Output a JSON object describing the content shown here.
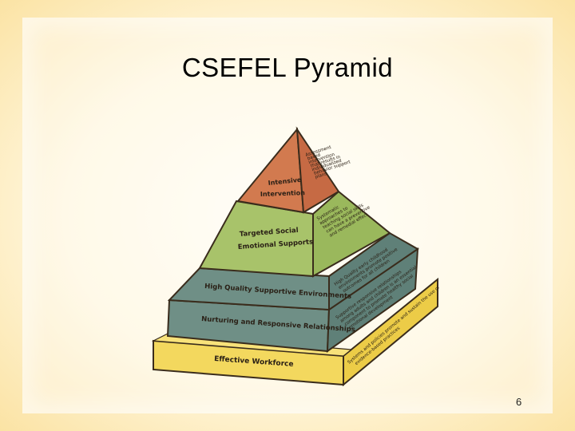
{
  "slide": {
    "title": "CSEFEL Pyramid",
    "page_number": "6"
  },
  "pyramid": {
    "tiers": [
      {
        "id": "intensive",
        "label_line1": "Intensive",
        "label_line2": "Intervention",
        "side_lines": [
          "Assessment",
          "based",
          "intervention",
          "that results in",
          "individualized",
          "behavior support",
          "plans"
        ],
        "front_color": "#d27a4f",
        "side_color": "#c66a44"
      },
      {
        "id": "targeted",
        "label_line1": "Targeted Social",
        "label_line2": "Emotional Supports",
        "side_lines": [
          "Systematic",
          "approaches to",
          "teaching social skills",
          "can have a preventive",
          "and remedial effect"
        ],
        "front_color": "#a8c36a",
        "side_color": "#9ab85c"
      },
      {
        "id": "environments",
        "label_line1": "High Quality Supportive Environments",
        "side_lines": [
          "High Quality early childhood",
          "environments promote positive",
          "outcomes for all children"
        ],
        "front_color": "#6f8f86",
        "side_color": "#5f8078"
      },
      {
        "id": "relationships",
        "label_line1": "Nurturing and Responsive Relationships",
        "side_lines": [
          "Supportive responsive relationships",
          "among adults and children is an essential",
          "component to promote healthy social",
          "emotional development"
        ],
        "front_color": "#6f8f86",
        "side_color": "#5f8078"
      },
      {
        "id": "workforce",
        "label_line1": "Effective Workforce",
        "side_lines": [
          "Systems and policies promote and sustain the use of",
          "evidence-based practices"
        ],
        "front_color": "#f3d85e",
        "side_color": "#eccc47"
      }
    ],
    "colors": {
      "outline": "#3a2c1c"
    }
  }
}
